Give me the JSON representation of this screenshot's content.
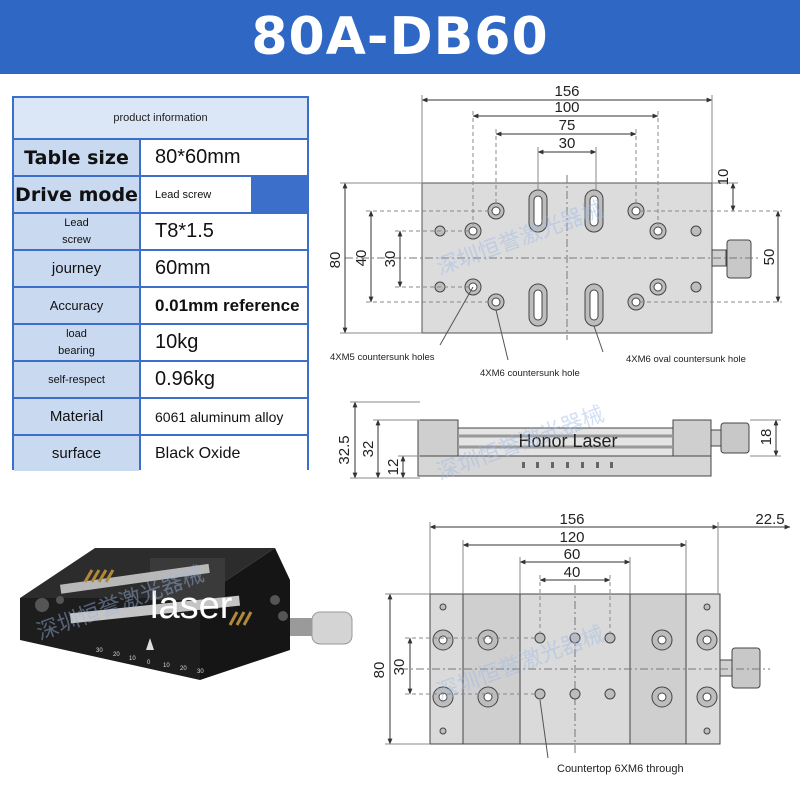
{
  "title": "80A-DB60",
  "spec_table": {
    "header": "product information",
    "rows": [
      {
        "label": "Table size",
        "value": "80*60mm"
      },
      {
        "label": "Drive mode",
        "value": "Lead screw"
      },
      {
        "label": "Lead screw",
        "value": "T8*1.5"
      },
      {
        "label": "journey",
        "value": "60mm"
      },
      {
        "label": "Accuracy",
        "value": "0.01mm reference"
      },
      {
        "label": "load bearing",
        "value": "10kg"
      },
      {
        "label": "self-respect",
        "value": "0.96kg"
      },
      {
        "label": "Material",
        "value": "6061 aluminum alloy"
      },
      {
        "label": "surface",
        "value": "Black Oxide"
      }
    ]
  },
  "top_view": {
    "dims": {
      "d156": "156",
      "d100": "100",
      "d75": "75",
      "d30": "30",
      "d10": "10",
      "d80": "80",
      "d40": "40",
      "d30b": "30",
      "d50": "50"
    },
    "notes": {
      "m5": "4XM5 countersunk holes",
      "m6": "4XM6 countersunk hole",
      "oval": "4XM6 oval countersunk hole"
    }
  },
  "side_view": {
    "dims": {
      "d32_5": "32.5",
      "d32": "32",
      "d12": "12",
      "d18": "18"
    },
    "brand": "Honor Laser"
  },
  "bottom_view": {
    "dims": {
      "d156": "156",
      "d22_5": "22.5",
      "d120": "120",
      "d60": "60",
      "d40": "40",
      "d80": "80",
      "d30": "30"
    },
    "note": "Countertop 6XM6 through"
  },
  "photo": {
    "overlay": "laser",
    "scale": [
      "30",
      "20",
      "10",
      "0",
      "10",
      "20",
      "30"
    ]
  },
  "watermark": "深圳恒誉激光器械",
  "colors": {
    "banner": "#2f67c4",
    "table_border": "#3b6fc9",
    "label_bg": "#c9d9f0"
  }
}
